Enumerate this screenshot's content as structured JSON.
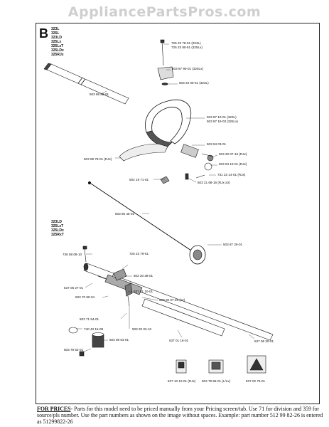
{
  "site": {
    "watermark": "AppliancePartsPros.com"
  },
  "diagram": {
    "section_letter": "B",
    "models_top": [
      "323L",
      "325L",
      "323LD",
      "325Lx",
      "325LxT",
      "325LDx",
      "325RJx"
    ],
    "models_mid": [
      "323LD",
      "325LxT",
      "325LDx",
      "325RxT"
    ],
    "parts": [
      {
        "id": "p1",
        "text": "725 23 78-51 (323L)"
      },
      {
        "id": "p2",
        "text": "725 23 80-51 (325Lx)"
      },
      {
        "id": "p3",
        "text": "503 87 90-01 (325Lx)"
      },
      {
        "id": "p4",
        "text": "503 23 00-51 (323L)"
      },
      {
        "id": "p5",
        "text": "503 88 88-01"
      },
      {
        "id": "p6",
        "text": "503 87 10-01 (323L)"
      },
      {
        "id": "p7",
        "text": "503 87 19-03 (325Lx)"
      },
      {
        "id": "p8",
        "text": "503 94 03-01"
      },
      {
        "id": "p9",
        "text": "503 20 07-16 (RJx)"
      },
      {
        "id": "p10",
        "text": "503 99 78-01 (RJx)"
      },
      {
        "id": "p11",
        "text": "503 94 10-01 (RJx)"
      },
      {
        "id": "p12",
        "text": "731 23 14-01 (RJx)"
      },
      {
        "id": "p13",
        "text": "502 19 71-01"
      },
      {
        "id": "p14",
        "text": "503 21 68-16 (RJx x3)"
      },
      {
        "id": "p15",
        "text": "503 86 45-01"
      },
      {
        "id": "p16",
        "text": "503 87 26-01"
      },
      {
        "id": "p17",
        "text": "736 58 08-10"
      },
      {
        "id": "p18",
        "text": "725 23 79-51"
      },
      {
        "id": "p19",
        "text": "502 20 38-01"
      },
      {
        "id": "p20",
        "text": "537 06 27-01"
      },
      {
        "id": "p21",
        "text": "537 01 10-01"
      },
      {
        "id": "p22",
        "text": "503 70 80-04"
      },
      {
        "id": "p23",
        "text": "503 00 07-25 (x2)"
      },
      {
        "id": "p24",
        "text": "503 71 54-01"
      },
      {
        "id": "p25",
        "text": "740 43 15-08"
      },
      {
        "id": "p26",
        "text": "503 20 02-10"
      },
      {
        "id": "p27",
        "text": "503 98 54-01"
      },
      {
        "id": "p28",
        "text": "537 01 16-01"
      },
      {
        "id": "p29",
        "text": "537 06 30-01"
      },
      {
        "id": "p30",
        "text": "503 78 52-01"
      },
      {
        "id": "p31",
        "text": "537 10 10-01 (RJx)"
      },
      {
        "id": "p32",
        "text": "503 79 56-01 (L/Lx)"
      },
      {
        "id": "p33",
        "text": "537 02 76-01"
      }
    ]
  },
  "footer": {
    "heading": "FOR PRICES",
    "body": "- Parts for this model need to be priced manually from your Pricing screen/tab. Use 71 for division and 359 for source/pls number.  Use the part numbers as shown on the image without spaces.  Example: part number 512 99 82-26 is entered as 51299822-26"
  }
}
